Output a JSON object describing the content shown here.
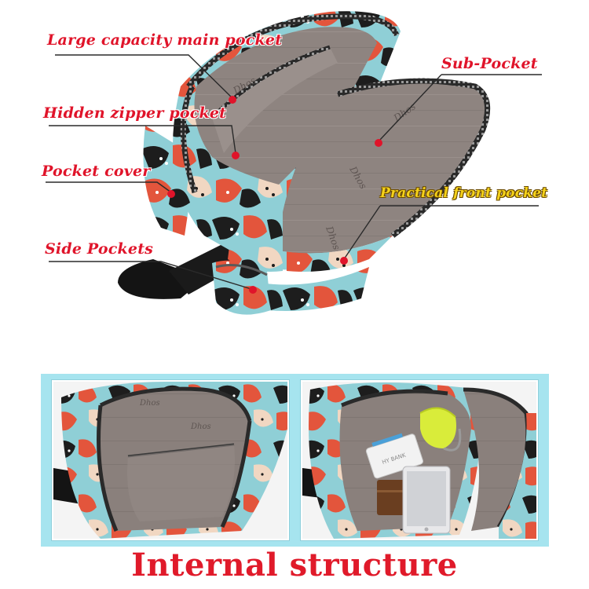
{
  "callouts": {
    "main_pocket": "Large capacity main pocket",
    "sub_pocket": "Sub-Pocket",
    "hidden_zipper": "Hidden zipper pocket",
    "pocket_cover": "Pocket cover",
    "front_pocket": "Practical front pocket",
    "side_pockets": "Side Pockets"
  },
  "caption": "Internal structure",
  "lining_print": [
    "Dhos",
    "Dhos",
    "Dhos",
    "Dhos"
  ],
  "powerbank_label": "HY BANK",
  "colors": {
    "callout_red": "#e0142a",
    "front_label_yellow": "#f5d21a",
    "panel_bg": "#a6e4ef",
    "lining_grey": "#8e8480",
    "zipper_dark": "#2a2a2a",
    "strap_black": "#141414",
    "print_teal": "#8fcfd6",
    "print_coral": "#e3553c",
    "print_cream": "#f1d7c2",
    "print_black": "#1d1d1d"
  }
}
